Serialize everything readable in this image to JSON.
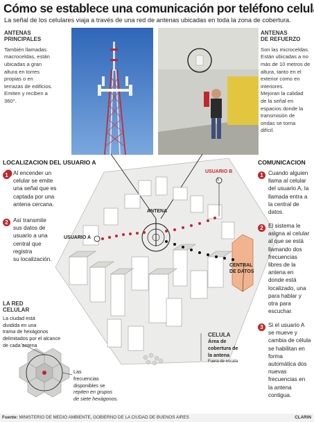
{
  "title": "Cómo se establece una comunicación por teléfono celular",
  "subtitle": "La señal de los celulares viaja a través de una red de antenas ubicadas en toda la zona de cobertura.",
  "principales": {
    "heading1": "ANTENAS",
    "heading2": "PRINCIPALES",
    "text": [
      "También llamadas",
      "macroceldas, están",
      "ubicadas a gran",
      "altura en torres",
      "propias o en",
      "terrazas de edificios.",
      "Emiten y reciben a",
      "360°."
    ]
  },
  "refuerzo": {
    "heading1": "ANTENAS",
    "heading2": "DE REFUERZO",
    "text": [
      "Son las microceldas.",
      "Están ubicadas a no",
      "más de 10 metros de",
      "altura, tanto en el",
      "exterior como en",
      "interiores.",
      "Mejoran la calidad",
      "de la señal en",
      "espacios donde la",
      "transmisión de",
      "ondas se torna",
      "difícil."
    ]
  },
  "localizacion": {
    "heading": "LOCALIZACION DEL USUARIO A",
    "steps": [
      {
        "num": "1",
        "lines": [
          "Al encender un",
          "celular se emite",
          "una señal que es",
          "captada por una",
          "antena cercana."
        ]
      },
      {
        "num": "2",
        "lines": [
          "Así transmite",
          "sus datos de",
          "usuario a una",
          "central que",
          "registra",
          "su localización."
        ]
      }
    ]
  },
  "comunicacion": {
    "heading": "COMUNICACION",
    "steps": [
      {
        "num": "1",
        "lines": [
          "Cuando alguien",
          "llama al celular",
          "del usuario A, la",
          "llamada entra a",
          "la central de",
          "datos."
        ]
      },
      {
        "num": "2",
        "lines": [
          "El sistema le",
          "asigna al celular",
          "al que se está",
          "llamando dos",
          "frecuencias",
          "libres de la",
          "antena en",
          "donde está",
          "localizado, una",
          "para hablar y",
          "otra para",
          "escuchar."
        ]
      },
      {
        "num": "3",
        "lines": [
          "Si el usuario A",
          "se mueve y",
          "cambia de célula",
          "se habilitan en",
          "forma",
          "automática dos",
          "nuevas",
          "frecuencias en",
          "la antena contigua."
        ]
      }
    ]
  },
  "labels": {
    "antena": "ANTENA",
    "usuario_a": "USUARIO A",
    "usuario_b": "USUARIO B",
    "central1": "CENTRAL",
    "central2": "DE DATOS",
    "marker_1": "1"
  },
  "red": {
    "heading1": "LA RED",
    "heading2": "CELULAR",
    "text": [
      "La ciudad está",
      "dividida en una",
      "trama de hexágonos",
      "delimitados por el alcance",
      "de cada antena"
    ]
  },
  "celda": {
    "heading": "CELULA",
    "text": [
      "Área de",
      "cobertura de",
      "la antena"
    ],
    "note": "Fuera de escala"
  },
  "frecuencias": {
    "text": [
      "Las",
      "frecuencias",
      "disponibles se",
      "repiten en grupos",
      "de siete hexágonos."
    ]
  },
  "footer": {
    "source_label": "Fuente:",
    "source": "MINISTERIO DE MEDIO AMBIENTE, GOBIERNO DE LA CIUDAD DE BUENOS AIRES",
    "brand": "CLARIN"
  },
  "colors": {
    "accent": "#c0272d",
    "sky": "#3f79c7",
    "wall": "#cfcfc9",
    "footer_bg": "#f2f2f2"
  }
}
